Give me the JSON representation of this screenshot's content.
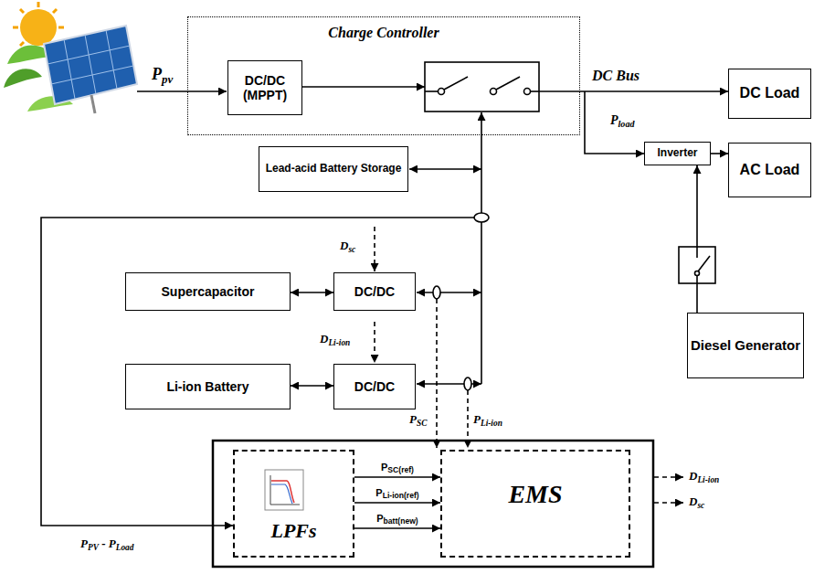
{
  "diagram": {
    "nodes": [
      {
        "text": [
          "Charge Controller"
        ]
      },
      {
        "text": [
          "DC/DC (MPPT)"
        ],
        "in": 0
      },
      {
        "text": [
          "DC Load"
        ]
      },
      {
        "text": [
          "Lead-acid Battery Storage"
        ]
      },
      {
        "text": [
          "Inverter"
        ]
      },
      {
        "text": [
          "AC Load"
        ]
      },
      {
        "text": [
          "Supercapacitor"
        ]
      },
      {
        "text": [
          "DC/DC"
        ]
      },
      {
        "text": [
          "Li-ion Battery"
        ]
      },
      {
        "text": [
          "DC/DC"
        ]
      },
      {
        "text": [
          "Diesel Generator"
        ]
      },
      {
        "text": [
          "LPFs"
        ]
      },
      {
        "text": [
          "EMS"
        ]
      }
    ],
    "edges": [
      {
        "from": 4,
        "to": 5,
        "arrow": "to"
      },
      {
        "from": 10,
        "to": 4,
        "arrow": "to"
      },
      {
        "from": 6,
        "to": 7,
        "arrow": "both"
      },
      {
        "from": 8,
        "to": 9,
        "arrow": "both"
      },
      {
        "from": 11,
        "to": 12,
        "label": "PSC(ref)",
        "arrow": "to"
      },
      {
        "from": 11,
        "to": 12,
        "label": "PLi-ion(ref)",
        "arrow": "to"
      },
      {
        "from": 11,
        "to": 12,
        "label": "Pbatt(new)",
        "arrow": "to"
      }
    ],
    "labels": [
      "Ppv",
      "DC Bus",
      "Pload",
      "Dsc",
      "DLi-ion",
      "PSC",
      "PLi-ion",
      "PPV - PLoad",
      "DLi-ion",
      "Dsc"
    ]
  }
}
